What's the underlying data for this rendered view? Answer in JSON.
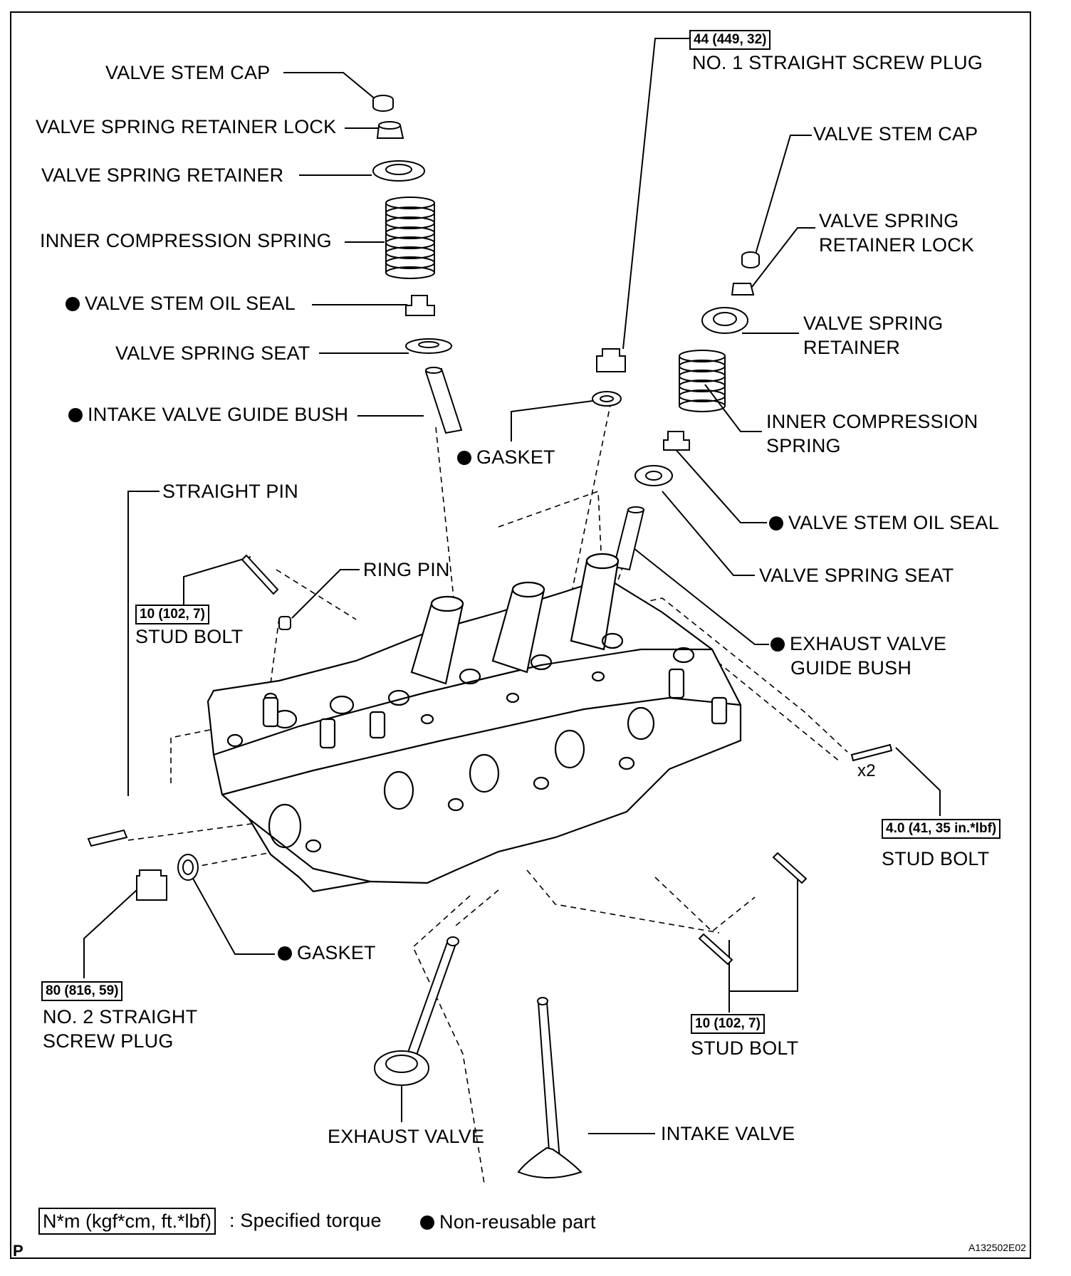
{
  "labels": {
    "valve_stem_cap_left": "VALVE STEM CAP",
    "valve_spring_retainer_lock_left": "VALVE SPRING RETAINER LOCK",
    "valve_spring_retainer_left": "VALVE SPRING RETAINER",
    "inner_compression_spring_left": "INNER COMPRESSION SPRING",
    "valve_stem_oil_seal_left": "VALVE STEM OIL SEAL",
    "valve_spring_seat_left": "VALVE SPRING SEAT",
    "intake_valve_guide_bush": "INTAKE VALVE GUIDE BUSH",
    "gasket_top": "GASKET",
    "straight_pin": "STRAIGHT PIN",
    "ring_pin": "RING PIN",
    "stud_bolt_left": "STUD BOLT",
    "no1_straight_screw_plug": "NO. 1 STRAIGHT SCREW PLUG",
    "valve_stem_cap_right": "VALVE STEM CAP",
    "valve_spring_retainer_lock_right_1": "VALVE SPRING",
    "valve_spring_retainer_lock_right_2": "RETAINER LOCK",
    "valve_spring_retainer_right_1": "VALVE SPRING",
    "valve_spring_retainer_right_2": "RETAINER",
    "inner_compression_spring_right_1": "INNER COMPRESSION",
    "inner_compression_spring_right_2": "SPRING",
    "valve_stem_oil_seal_right": "VALVE STEM OIL SEAL",
    "valve_spring_seat_right": "VALVE SPRING SEAT",
    "exhaust_valve_guide_bush_1": "EXHAUST VALVE",
    "exhaust_valve_guide_bush_2": "GUIDE BUSH",
    "x2": "x2",
    "stud_bolt_right": "STUD BOLT",
    "gasket_bottom": "GASKET",
    "no2_straight_screw_plug_1": "NO. 2 STRAIGHT",
    "no2_straight_screw_plug_2": "SCREW PLUG",
    "stud_bolt_bottom": "STUD BOLT",
    "exhaust_valve": "EXHAUST VALVE",
    "intake_valve": "INTAKE VALVE"
  },
  "torques": {
    "stud_bolt_left": "10 (102, 7)",
    "no1_straight_screw_plug": "44 (449, 32)",
    "stud_bolt_right": "4.0 (41, 35 in.*lbf)",
    "no2_straight_screw_plug": "80 (816, 59)",
    "stud_bolt_bottom": "10 (102, 7)"
  },
  "legend": {
    "torque_box": "N*m (kgf*cm, ft.*lbf)",
    "torque_text": ": Specified torque",
    "nonreusable_text": "Non-reusable part"
  },
  "footer": {
    "left_code": "P",
    "figure_code": "A132502E02"
  }
}
